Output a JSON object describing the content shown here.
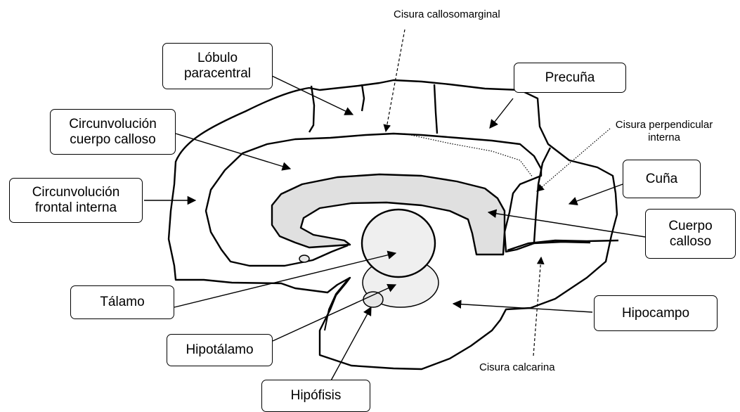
{
  "boxes": {
    "lobulo_paracentral": "Lóbulo\nparacentral",
    "precuna": "Precuña",
    "circ_cuerpo_calloso": "Circunvolución\ncuerpo calloso",
    "circ_frontal_interna": "Circunvolución\nfrontal interna",
    "cuna": "Cuña",
    "cuerpo_calloso": "Cuerpo\ncalloso",
    "talamo": "Tálamo",
    "hipocampo": "Hipocampo",
    "hipotalamo": "Hipotálamo",
    "hipofisis": "Hipófisis"
  },
  "notes": {
    "cisura_callosomarginal": "Cisura callosomarginal",
    "cisura_perpendicular": "Cisura perpendicular\ninterna",
    "cisura_calcarina": "Cisura calcarina"
  },
  "colors": {
    "outline": "#000000",
    "corpus_fill": "#e0e0e0",
    "thalamus_fill": "#eeeeee"
  }
}
